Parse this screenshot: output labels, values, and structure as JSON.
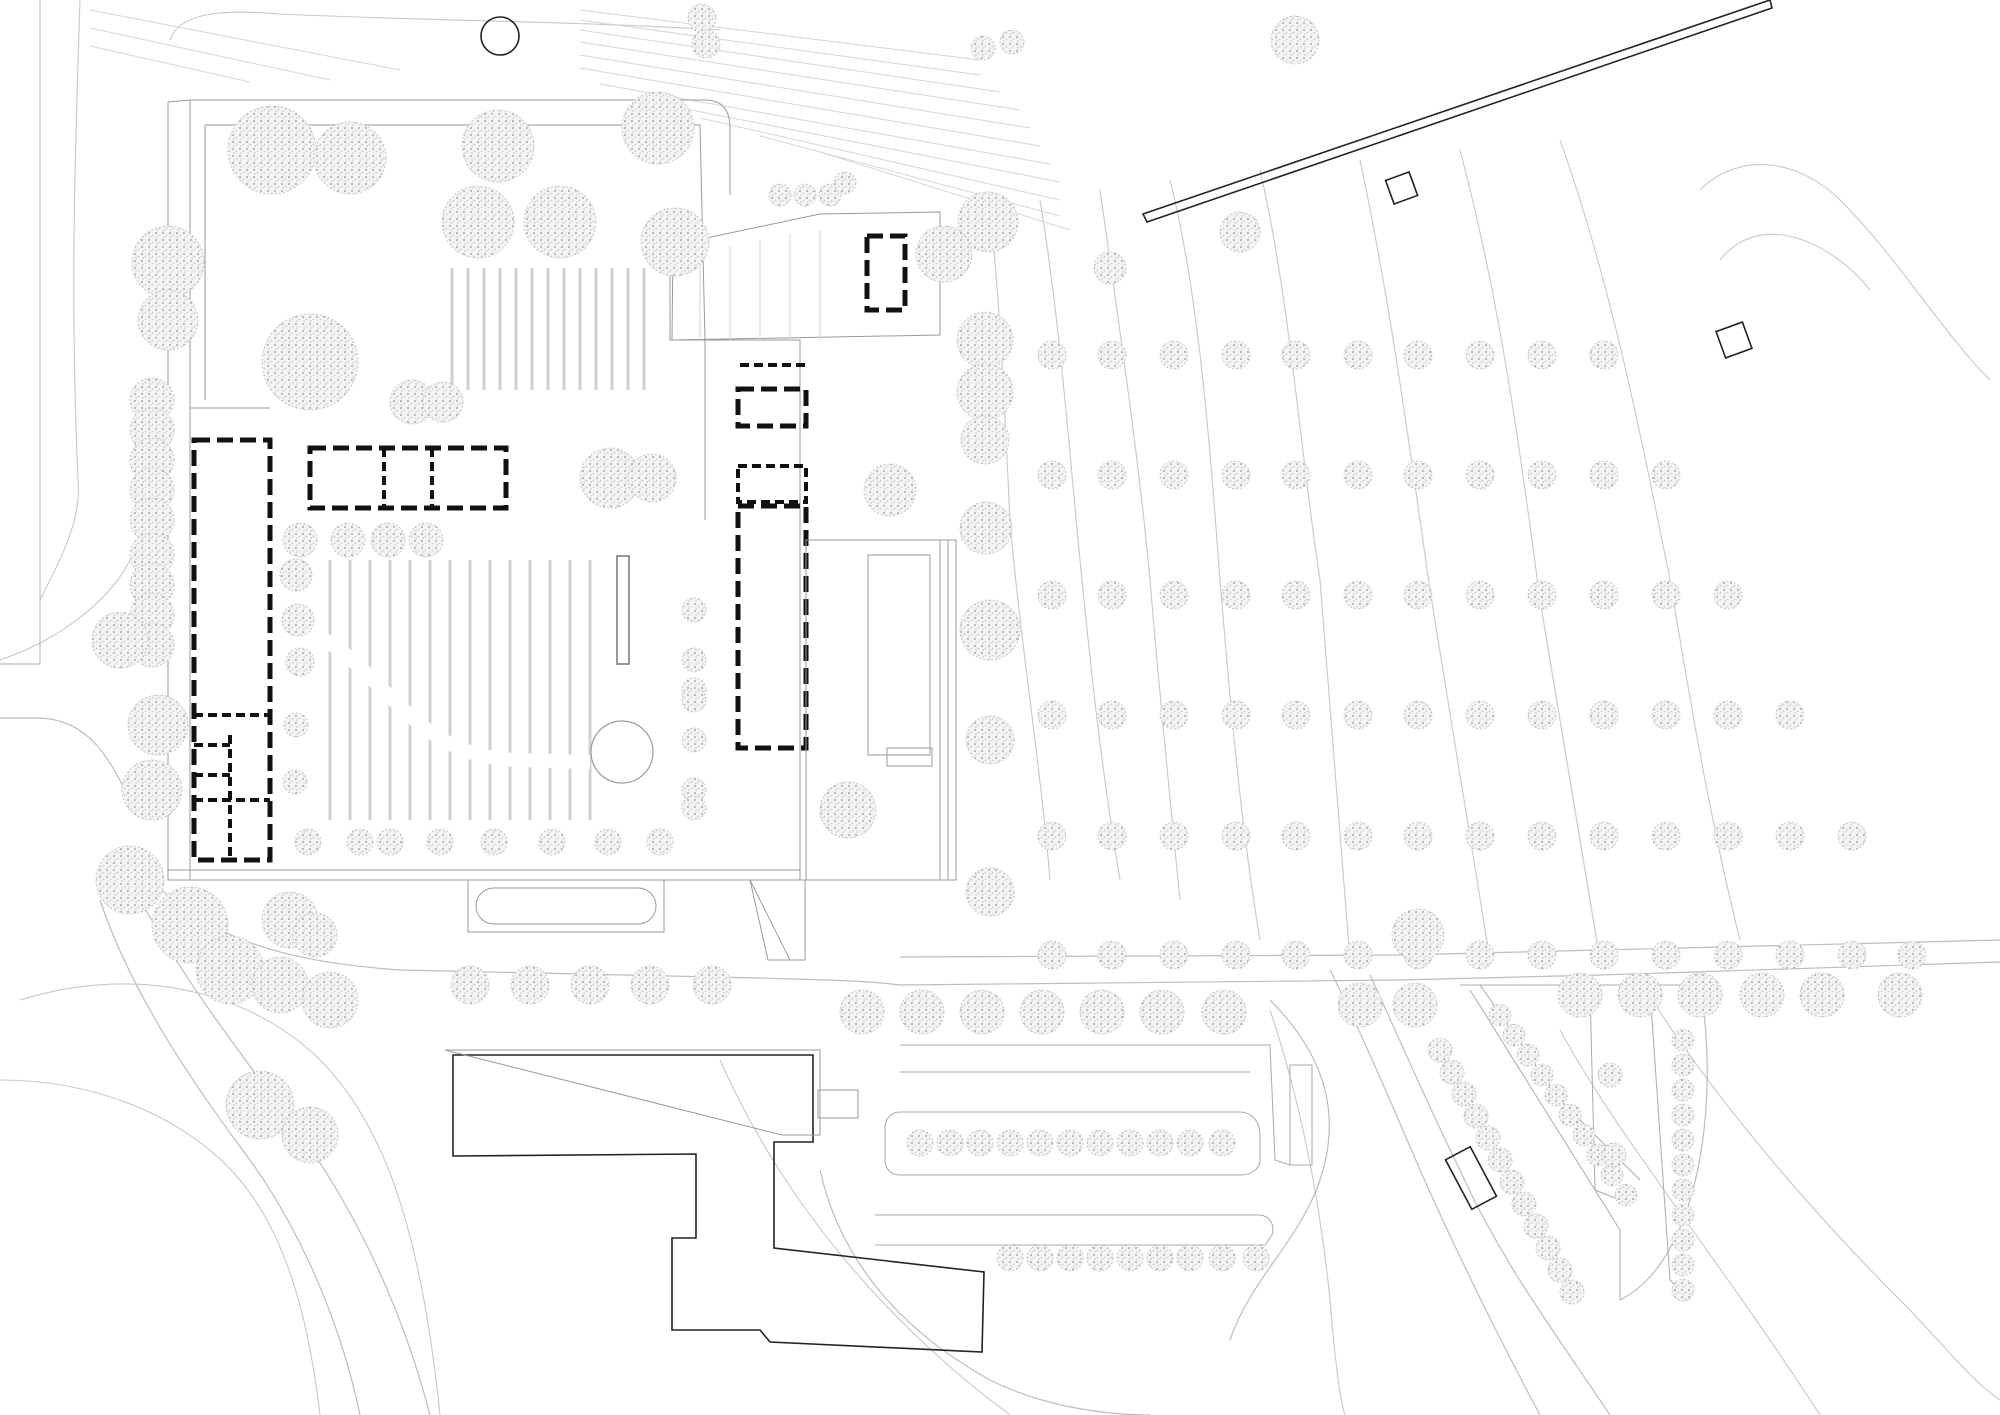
{
  "drawing": {
    "kind": "site-plan",
    "colors": {
      "background": "#ffffff",
      "existing_walls": "#111111",
      "new_building": "#222222",
      "trees": "#9e9e9e",
      "contours": "#c8c8c8"
    },
    "icons": [
      "tree-canopy-icon",
      "dashed-wall-outline",
      "contour-line",
      "parking-bay"
    ]
  }
}
